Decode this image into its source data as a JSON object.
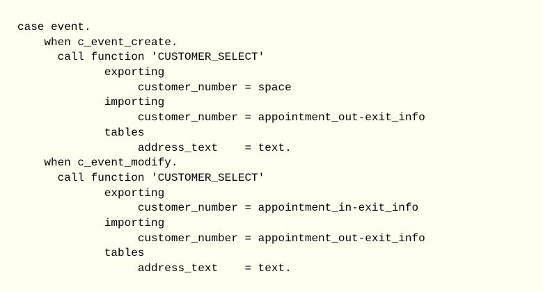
{
  "code": {
    "lines": [
      "case event.",
      "    when c_event_create.",
      "      call function 'CUSTOMER_SELECT'",
      "             exporting",
      "                  customer_number = space",
      "             importing",
      "                  customer_number = appointment_out-exit_info",
      "             tables",
      "                  address_text    = text.",
      "    when c_event_modify.",
      "      call function 'CUSTOMER_SELECT'",
      "             exporting",
      "                  customer_number = appointment_in-exit_info",
      "             importing",
      "                  customer_number = appointment_out-exit_info",
      "             tables",
      "                  address_text    = text."
    ]
  }
}
